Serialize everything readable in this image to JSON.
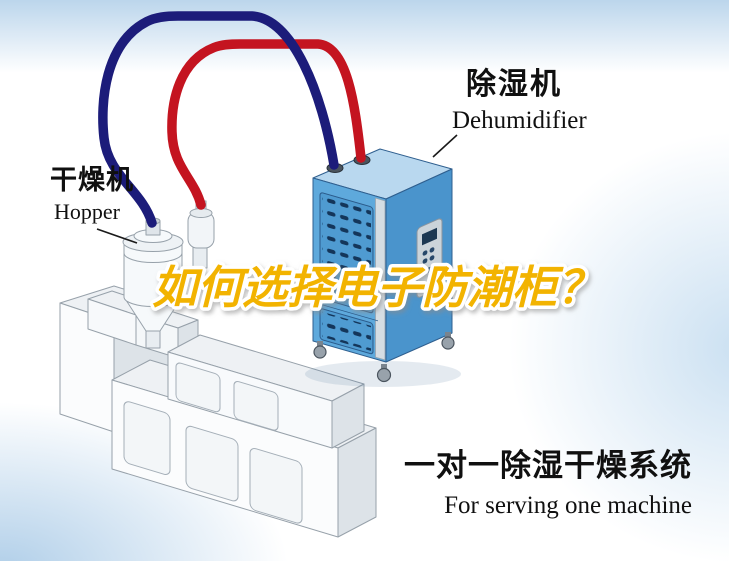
{
  "scene": {
    "headline": {
      "text": "如何选择电子防潮柜？",
      "fill": "#f2b300",
      "outline": "#ffffff"
    },
    "hopper_label": {
      "cn": "干燥机",
      "en": "Hopper"
    },
    "dehumidifier_label": {
      "cn": "除湿机",
      "en": "Dehumidifier"
    },
    "caption": {
      "cn": "一对一除湿干燥系统",
      "en": "For serving one machine"
    },
    "colors": {
      "pipe_red": "#c41420",
      "pipe_navy": "#1c1c7a",
      "cabinet_front": "#5ea9dc",
      "cabinet_side": "#4a94cc",
      "cabinet_top": "#b9d8ef",
      "vent_slot": "#14365a",
      "background_tint": "#9ec3e4"
    }
  }
}
